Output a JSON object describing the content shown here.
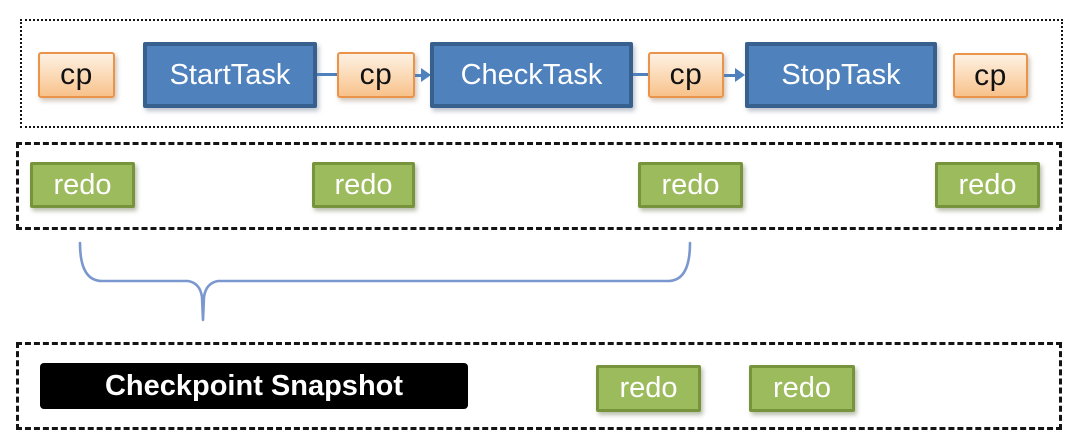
{
  "flow": {
    "boxes": [
      {
        "label": "cp",
        "type": "checkpoint"
      },
      {
        "label": "StartTask",
        "type": "task"
      },
      {
        "label": "cp",
        "type": "checkpoint"
      },
      {
        "label": "CheckTask",
        "type": "task"
      },
      {
        "label": "cp",
        "type": "checkpoint"
      },
      {
        "label": "StopTask",
        "type": "task"
      },
      {
        "label": "cp",
        "type": "checkpoint"
      }
    ],
    "connectors": [
      {
        "from": "StartTask",
        "to": "cp",
        "style": "line"
      },
      {
        "from": "cp",
        "to": "CheckTask",
        "style": "arrow"
      },
      {
        "from": "CheckTask",
        "to": "cp",
        "style": "line"
      },
      {
        "from": "cp",
        "to": "StopTask",
        "style": "arrow"
      }
    ]
  },
  "redo_row": {
    "items": [
      {
        "label": "redo"
      },
      {
        "label": "redo"
      },
      {
        "label": "redo"
      },
      {
        "label": "redo"
      }
    ]
  },
  "snapshot_row": {
    "snapshot_label": "Checkpoint Snapshot",
    "items": [
      {
        "label": "redo"
      },
      {
        "label": "redo"
      }
    ]
  },
  "colors": {
    "task_fill": "#4f81bd",
    "task_border": "#38608f",
    "checkpoint_fill_top": "#fdf1e3",
    "checkpoint_fill_bottom": "#f8c28b",
    "checkpoint_border": "#e9944a",
    "redo_fill": "#9cbb5d",
    "redo_border": "#77933c",
    "snapshot_fill": "#000000",
    "connector": "#4f81bd",
    "brace": "#7b97cf",
    "container_border": "#141414"
  }
}
